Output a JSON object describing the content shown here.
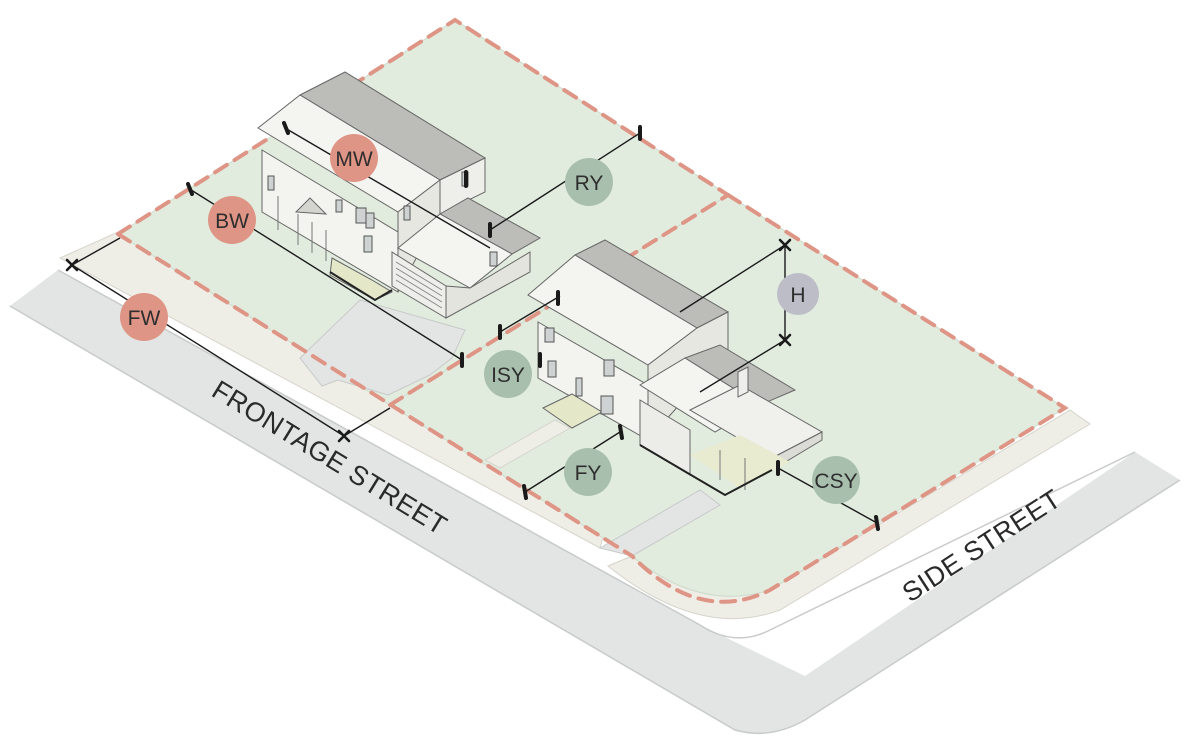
{
  "streets": {
    "frontage": "FRONTAGE STREET",
    "side": "SIDE STREET"
  },
  "badges": {
    "mw": "MW",
    "bw": "BW",
    "fw": "FW",
    "ry": "RY",
    "h": "H",
    "isy": "ISY",
    "fy": "FY",
    "csy": "CSY"
  },
  "colors": {
    "street": "#e3e4e4",
    "sidewalk": "#eeede6",
    "lawn": "#e1ecdf",
    "lot_line": "#de9585",
    "badge_red": "#de9585",
    "badge_green": "#a9bfae",
    "badge_purple": "#bcbdc7"
  }
}
